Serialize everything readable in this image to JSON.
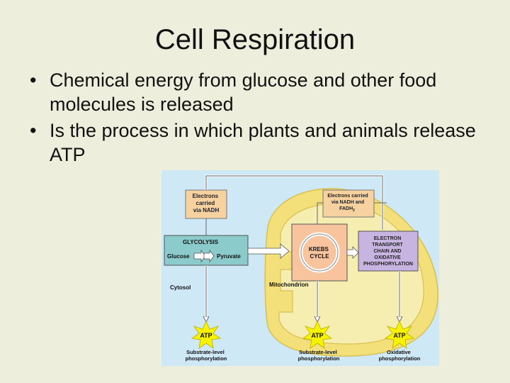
{
  "slide": {
    "title": "Cell Respiration",
    "bullets": [
      "Chemical energy from glucose and other food molecules is released",
      "Is the process in which plants and animals release ATP"
    ]
  },
  "diagram": {
    "electrons_nadh": [
      "Electrons",
      "carried",
      "via NADH"
    ],
    "electrons_nadh_fadh2": [
      "Electrons carried",
      "via NADH and",
      "FADH",
      "2"
    ],
    "glycolysis": {
      "title": "GLYCOLYSIS",
      "from": "Glucose",
      "to": "Pyruvate"
    },
    "krebs": [
      "KREBS",
      "CYCLE"
    ],
    "etc": [
      "ELECTRON",
      "TRANSPORT",
      "CHAIN AND",
      "OXIDATIVE",
      "PHOSPHORYLATION"
    ],
    "cytosol": "Cytosol",
    "mitochondrion": "Mitochondrion",
    "atp_label": "ATP",
    "outputs": [
      [
        "Substrate-level",
        "phosphorylation"
      ],
      [
        "Substrate-level",
        "phosphorylation"
      ],
      [
        "Oxidative",
        "phosphorylation"
      ]
    ],
    "colors": {
      "background": "#CFE8F6",
      "mito_outer": "#F3E07A",
      "mito_inner": "#F6EDB0",
      "glycolysis_box": "#8CCBCB",
      "krebs_box": "#F8C49E",
      "etc_box": "#C8B4E0",
      "electron_box": "#F7D2A0",
      "atp_star": "#F6F200"
    }
  }
}
